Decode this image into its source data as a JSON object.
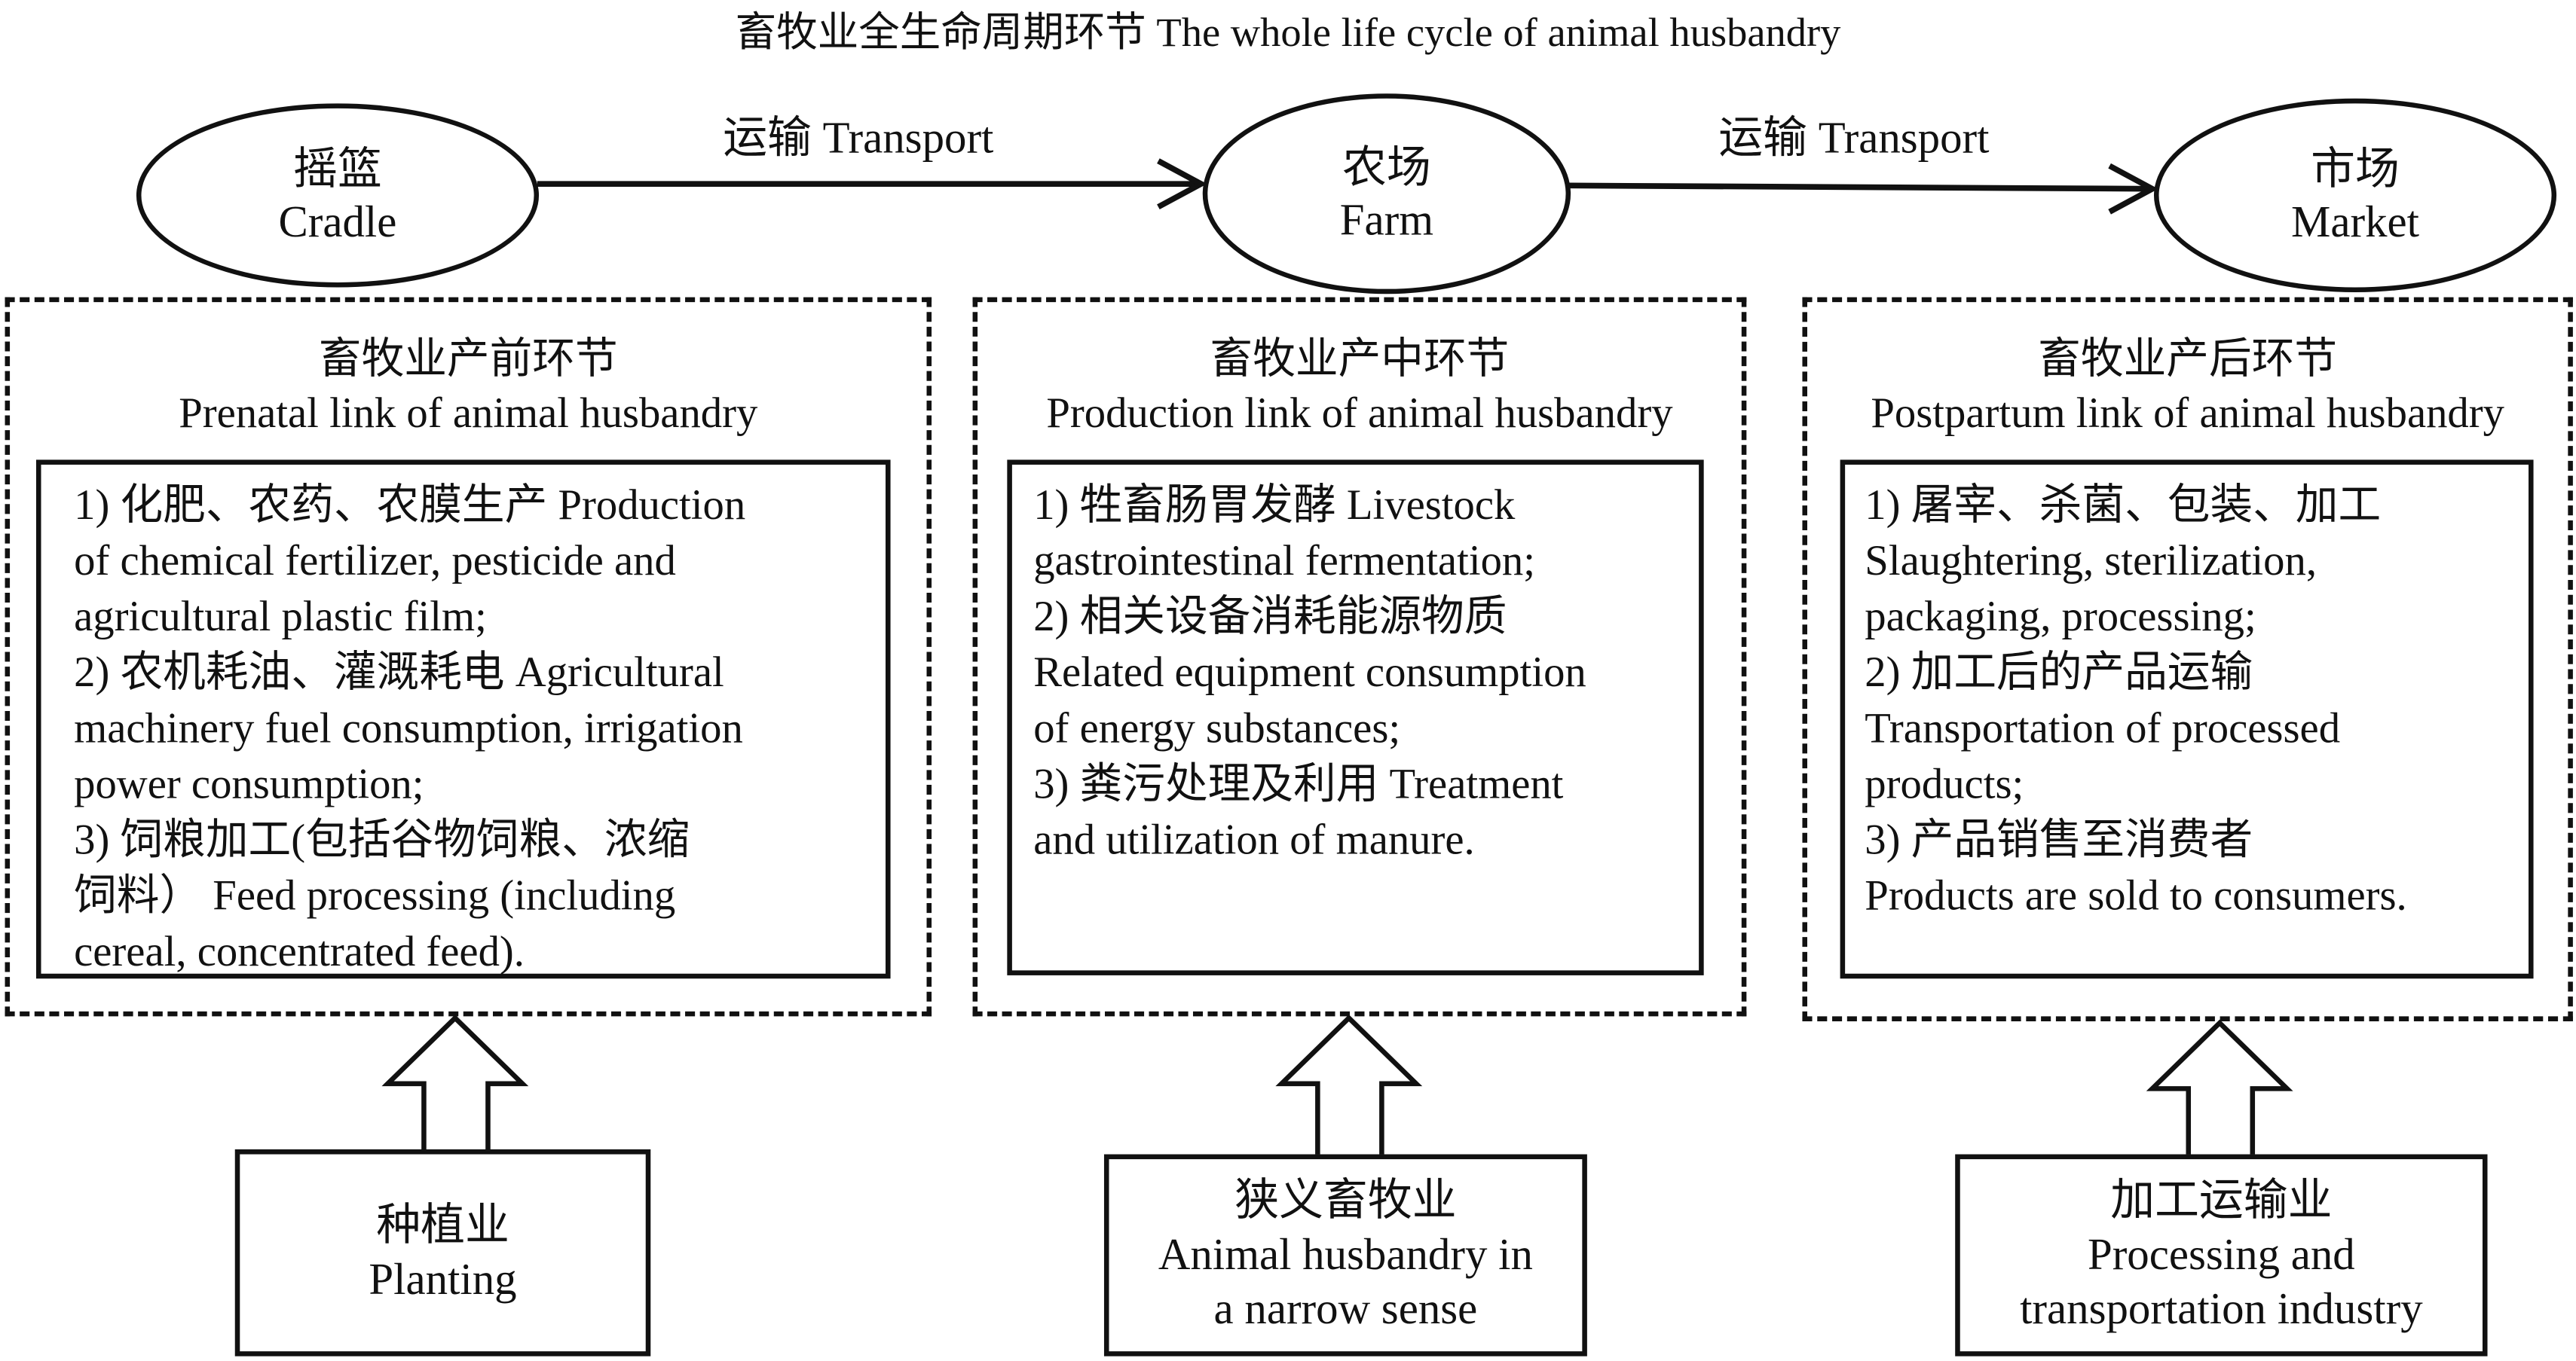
{
  "title": "畜牧业全生命周期环节 The whole life cycle of animal husbandry",
  "stages": [
    {
      "zh": "摇篮",
      "en": "Cradle"
    },
    {
      "zh": "农场",
      "en": "Farm"
    },
    {
      "zh": "市场",
      "en": "Market"
    }
  ],
  "transports": [
    "运输 Transport",
    "运输 Transport"
  ],
  "links": [
    {
      "zh": "畜牧业产前环节",
      "en": "Prenatal link of animal husbandry",
      "lines": [
        "1) 化肥、农药、农膜生产 Production",
        "of chemical fertilizer, pesticide and",
        "agricultural plastic film;",
        "2) 农机耗油、灌溉耗电 Agricultural",
        "machinery fuel consumption, irrigation",
        "power consumption;",
        "3) 饲粮加工(包括谷物饲粮、浓缩",
        "饲料） Feed processing (including",
        "cereal, concentrated feed)."
      ]
    },
    {
      "zh": "畜牧业产中环节",
      "en": "Production link of animal husbandry",
      "lines": [
        "1) 牲畜肠胃发酵 Livestock",
        "gastrointestinal fermentation;",
        "2) 相关设备消耗能源物质",
        "Related equipment consumption",
        "of energy substances;",
        "3) 粪污处理及利用 Treatment",
        "and utilization of manure."
      ]
    },
    {
      "zh": "畜牧业产后环节",
      "en": "Postpartum link of animal husbandry",
      "lines": [
        "1) 屠宰、杀菌、包装、加工",
        "Slaughtering, sterilization,",
        "packaging, processing;",
        "2) 加工后的产品运输",
        "Transportation of processed",
        "products;",
        "3) 产品销售至消费者",
        "Products are sold to consumers."
      ]
    }
  ],
  "industries": [
    {
      "zh": "种植业",
      "en": [
        "Planting"
      ]
    },
    {
      "zh": "狭义畜牧业",
      "en": [
        "Animal husbandry in",
        "a narrow sense"
      ]
    },
    {
      "zh": "加工运输业",
      "en": [
        "Processing and",
        "transportation industry"
      ]
    }
  ]
}
